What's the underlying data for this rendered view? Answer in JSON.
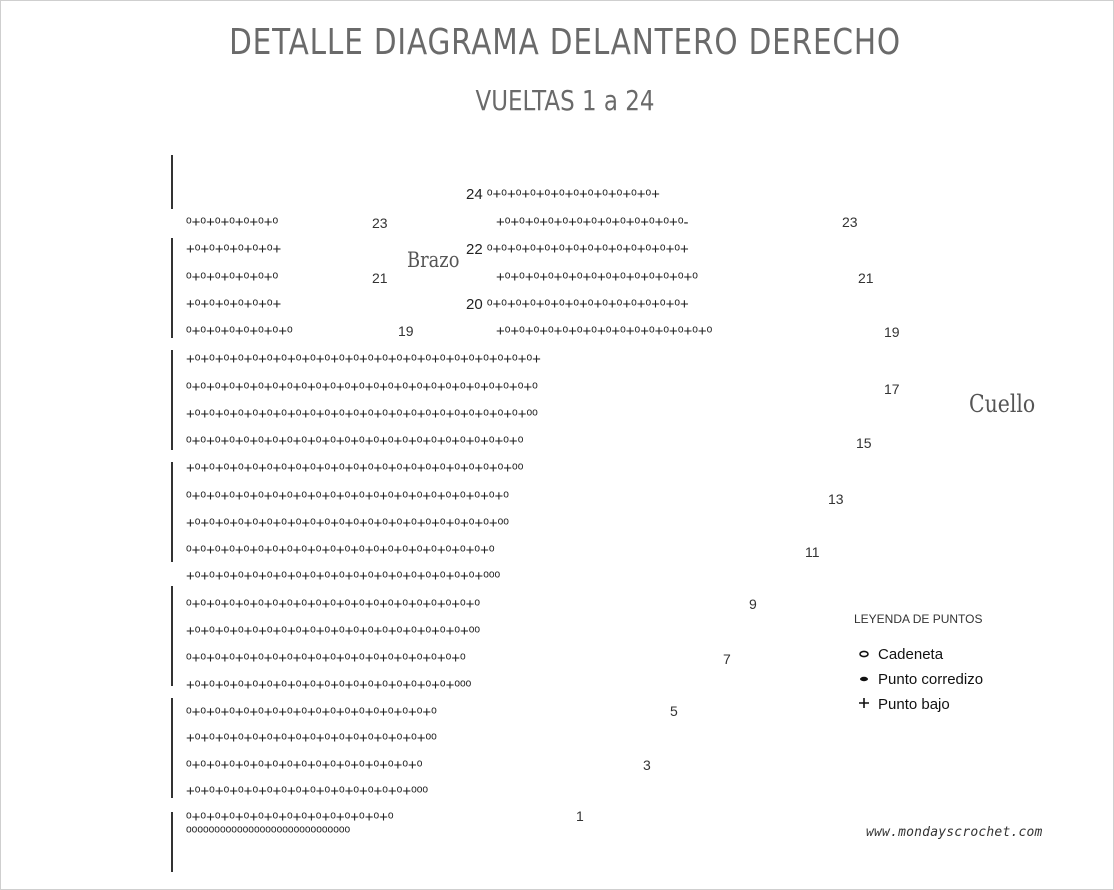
{
  "title": "DETALLE DIAGRAMA DELANTERO DERECHO",
  "subtitle": "VUELTAS 1 a 24",
  "labels": {
    "brazo": "Brazo",
    "cuello": "Cuello"
  },
  "legend": {
    "title": "LEYENDA DE PUNTOS",
    "items": [
      {
        "symbol": "o",
        "icon": "chain-stitch-icon",
        "label": "Cadeneta"
      },
      {
        "symbol": "-",
        "icon": "slip-stitch-icon",
        "label": "Punto corredizo"
      },
      {
        "symbol": "+",
        "icon": "single-crochet-icon",
        "label": "Punto bajo"
      }
    ]
  },
  "website": "www.mondayscrochet.com",
  "rows": [
    {
      "number": "24",
      "symbols": "ᵒ+ᵒ+ᵒ+ᵒ+ᵒ+ᵒ+ᵒ+ᵒ+ᵒ+ᵒ+ᵒ+ᵒ+"
    },
    {
      "number": "23",
      "symbols": "ᵒ+ᵒ+ᵒ+ᵒ+ᵒ+ᵒ+ᵒ"
    },
    {
      "number": "23",
      "symbols": "+ᵒ+ᵒ+ᵒ+ᵒ+ᵒ+ᵒ+ᵒ+ᵒ+ᵒ+ᵒ+ᵒ+ᵒ+ᵒ-"
    },
    {
      "number": "",
      "symbols": "+ᵒ+ᵒ+ᵒ+ᵒ+ᵒ+ᵒ+"
    },
    {
      "number": "22",
      "symbols": "ᵒ+ᵒ+ᵒ+ᵒ+ᵒ+ᵒ+ᵒ+ᵒ+ᵒ+ᵒ+ᵒ+ᵒ+ᵒ+ᵒ+"
    },
    {
      "number": "21",
      "symbols": "ᵒ+ᵒ+ᵒ+ᵒ+ᵒ+ᵒ+ᵒ"
    },
    {
      "number": "21",
      "symbols": "+ᵒ+ᵒ+ᵒ+ᵒ+ᵒ+ᵒ+ᵒ+ᵒ+ᵒ+ᵒ+ᵒ+ᵒ+ᵒ+ᵒ"
    },
    {
      "number": "",
      "symbols": "+ᵒ+ᵒ+ᵒ+ᵒ+ᵒ+ᵒ+"
    },
    {
      "number": "20",
      "symbols": "ᵒ+ᵒ+ᵒ+ᵒ+ᵒ+ᵒ+ᵒ+ᵒ+ᵒ+ᵒ+ᵒ+ᵒ+ᵒ+ᵒ+"
    },
    {
      "number": "19",
      "symbols": "ᵒ+ᵒ+ᵒ+ᵒ+ᵒ+ᵒ+ᵒ+ᵒ"
    },
    {
      "number": "19",
      "symbols": "+ᵒ+ᵒ+ᵒ+ᵒ+ᵒ+ᵒ+ᵒ+ᵒ+ᵒ+ᵒ+ᵒ+ᵒ+ᵒ+ᵒ+ᵒ"
    },
    {
      "number": "",
      "symbols": "+ᵒ+ᵒ+ᵒ+ᵒ+ᵒ+ᵒ+ᵒ+ᵒ+ᵒ+ᵒ+ᵒ+ᵒ+ᵒ+ᵒ+ᵒ+ᵒ+ᵒ+ᵒ+ᵒ+ᵒ+ᵒ+ᵒ+ᵒ+ᵒ+"
    },
    {
      "number": "17",
      "symbols": "ᵒ+ᵒ+ᵒ+ᵒ+ᵒ+ᵒ+ᵒ+ᵒ+ᵒ+ᵒ+ᵒ+ᵒ+ᵒ+ᵒ+ᵒ+ᵒ+ᵒ+ᵒ+ᵒ+ᵒ+ᵒ+ᵒ+ᵒ+ᵒ+ᵒ"
    },
    {
      "number": "",
      "symbols": "+ᵒ+ᵒ+ᵒ+ᵒ+ᵒ+ᵒ+ᵒ+ᵒ+ᵒ+ᵒ+ᵒ+ᵒ+ᵒ+ᵒ+ᵒ+ᵒ+ᵒ+ᵒ+ᵒ+ᵒ+ᵒ+ᵒ+ᵒ+ᵒᵒ"
    },
    {
      "number": "15",
      "symbols": "ᵒ+ᵒ+ᵒ+ᵒ+ᵒ+ᵒ+ᵒ+ᵒ+ᵒ+ᵒ+ᵒ+ᵒ+ᵒ+ᵒ+ᵒ+ᵒ+ᵒ+ᵒ+ᵒ+ᵒ+ᵒ+ᵒ+ᵒ+ᵒ"
    },
    {
      "number": "",
      "symbols": "+ᵒ+ᵒ+ᵒ+ᵒ+ᵒ+ᵒ+ᵒ+ᵒ+ᵒ+ᵒ+ᵒ+ᵒ+ᵒ+ᵒ+ᵒ+ᵒ+ᵒ+ᵒ+ᵒ+ᵒ+ᵒ+ᵒ+ᵒᵒ"
    },
    {
      "number": "13",
      "symbols": "ᵒ+ᵒ+ᵒ+ᵒ+ᵒ+ᵒ+ᵒ+ᵒ+ᵒ+ᵒ+ᵒ+ᵒ+ᵒ+ᵒ+ᵒ+ᵒ+ᵒ+ᵒ+ᵒ+ᵒ+ᵒ+ᵒ+ᵒ"
    },
    {
      "number": "",
      "symbols": "+ᵒ+ᵒ+ᵒ+ᵒ+ᵒ+ᵒ+ᵒ+ᵒ+ᵒ+ᵒ+ᵒ+ᵒ+ᵒ+ᵒ+ᵒ+ᵒ+ᵒ+ᵒ+ᵒ+ᵒ+ᵒ+ᵒᵒ"
    },
    {
      "number": "11",
      "symbols": "ᵒ+ᵒ+ᵒ+ᵒ+ᵒ+ᵒ+ᵒ+ᵒ+ᵒ+ᵒ+ᵒ+ᵒ+ᵒ+ᵒ+ᵒ+ᵒ+ᵒ+ᵒ+ᵒ+ᵒ+ᵒ+ᵒ"
    },
    {
      "number": "",
      "symbols": "+ᵒ+ᵒ+ᵒ+ᵒ+ᵒ+ᵒ+ᵒ+ᵒ+ᵒ+ᵒ+ᵒ+ᵒ+ᵒ+ᵒ+ᵒ+ᵒ+ᵒ+ᵒ+ᵒ+ᵒ+ᵒᵒᵒ"
    },
    {
      "number": "9",
      "symbols": "ᵒ+ᵒ+ᵒ+ᵒ+ᵒ+ᵒ+ᵒ+ᵒ+ᵒ+ᵒ+ᵒ+ᵒ+ᵒ+ᵒ+ᵒ+ᵒ+ᵒ+ᵒ+ᵒ+ᵒ+ᵒ"
    },
    {
      "number": "",
      "symbols": "+ᵒ+ᵒ+ᵒ+ᵒ+ᵒ+ᵒ+ᵒ+ᵒ+ᵒ+ᵒ+ᵒ+ᵒ+ᵒ+ᵒ+ᵒ+ᵒ+ᵒ+ᵒ+ᵒ+ᵒᵒ"
    },
    {
      "number": "7",
      "symbols": "ᵒ+ᵒ+ᵒ+ᵒ+ᵒ+ᵒ+ᵒ+ᵒ+ᵒ+ᵒ+ᵒ+ᵒ+ᵒ+ᵒ+ᵒ+ᵒ+ᵒ+ᵒ+ᵒ+ᵒ"
    },
    {
      "number": "",
      "symbols": "+ᵒ+ᵒ+ᵒ+ᵒ+ᵒ+ᵒ+ᵒ+ᵒ+ᵒ+ᵒ+ᵒ+ᵒ+ᵒ+ᵒ+ᵒ+ᵒ+ᵒ+ᵒ+ᵒᵒᵒ"
    },
    {
      "number": "5",
      "symbols": "ᵒ+ᵒ+ᵒ+ᵒ+ᵒ+ᵒ+ᵒ+ᵒ+ᵒ+ᵒ+ᵒ+ᵒ+ᵒ+ᵒ+ᵒ+ᵒ+ᵒ+ᵒ"
    },
    {
      "number": "",
      "symbols": "+ᵒ+ᵒ+ᵒ+ᵒ+ᵒ+ᵒ+ᵒ+ᵒ+ᵒ+ᵒ+ᵒ+ᵒ+ᵒ+ᵒ+ᵒ+ᵒ+ᵒᵒ"
    },
    {
      "number": "3",
      "symbols": "ᵒ+ᵒ+ᵒ+ᵒ+ᵒ+ᵒ+ᵒ+ᵒ+ᵒ+ᵒ+ᵒ+ᵒ+ᵒ+ᵒ+ᵒ+ᵒ+ᵒ"
    },
    {
      "number": "",
      "symbols": "+ᵒ+ᵒ+ᵒ+ᵒ+ᵒ+ᵒ+ᵒ+ᵒ+ᵒ+ᵒ+ᵒ+ᵒ+ᵒ+ᵒ+ᵒ+ᵒᵒᵒ"
    },
    {
      "number": "1",
      "symbols": "ᵒ+ᵒ+ᵒ+ᵒ+ᵒ+ᵒ+ᵒ+ᵒ+ᵒ+ᵒ+ᵒ+ᵒ+ᵒ+ᵒ+ᵒ"
    },
    {
      "number": "",
      "symbols": "ᵒᵒᵒᵒᵒᵒᵒᵒᵒᵒᵒᵒᵒᵒᵒᵒᵒᵒᵒᵒᵒᵒᵒᵒᵒᵒᵒᵒᵒ"
    }
  ]
}
